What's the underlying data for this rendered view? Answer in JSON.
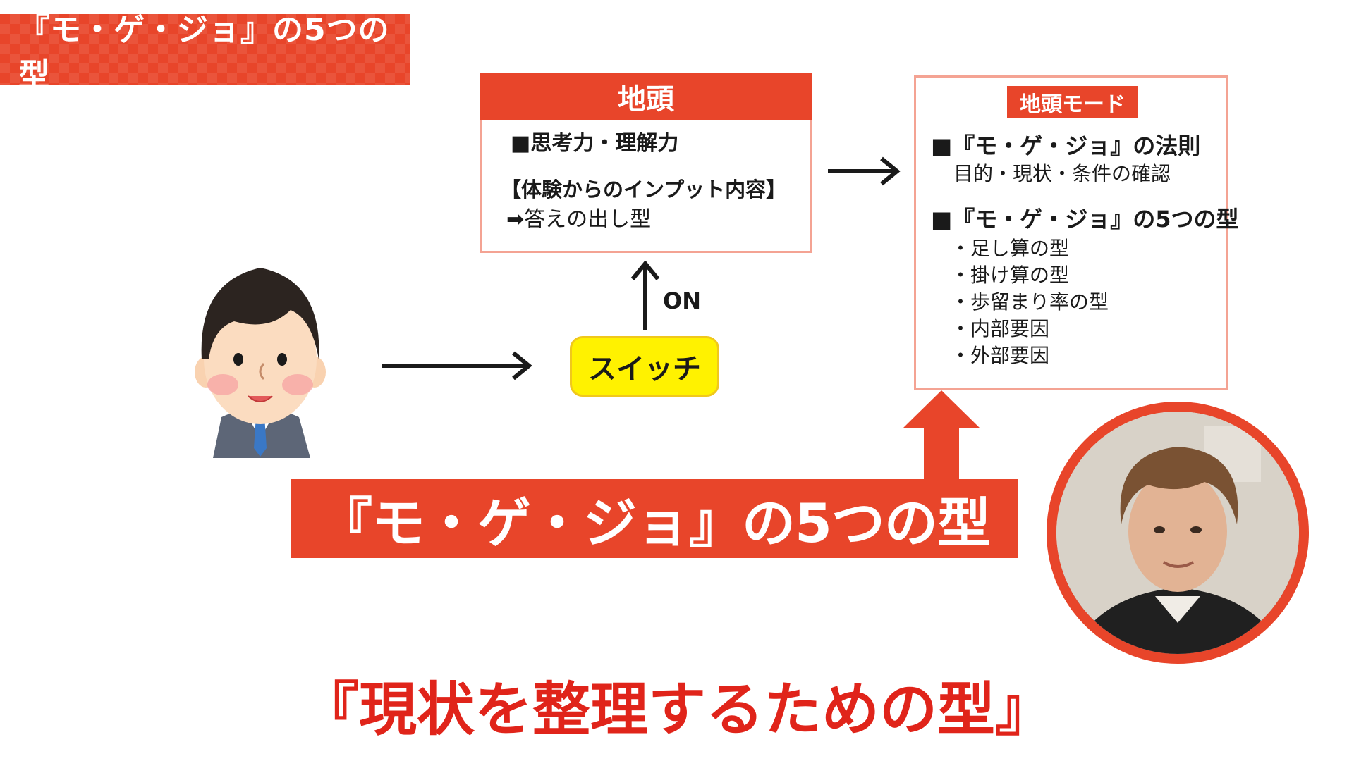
{
  "title_tag": "『モ・ゲ・ジョ』の5つの型",
  "jiatama": {
    "header": "地頭",
    "line1": "■思考力・理解力",
    "line2": "【体験からのインプット内容】",
    "line3": "➡答えの出し型"
  },
  "switch_label": "スイッチ",
  "on_label": "ON",
  "mode": {
    "label": "地頭モード",
    "heading1": "■『モ・ゲ・ジョ』の法則",
    "sub1": "目的・現状・条件の確認",
    "heading2": "■『モ・ゲ・ジョ』の5つの型",
    "items": [
      "・足し算の型",
      "・掛け算の型",
      "・歩留まり率の型",
      "・内部要因",
      "・外部要因"
    ]
  },
  "banner": "『モ・ゲ・ジョ』の5つの型",
  "caption": "『現状を整理するための型』",
  "colors": {
    "accent_red": "#e8452a",
    "caption_red": "#e0241a",
    "switch_yellow": "#fff200",
    "box_border": "#f4a393"
  }
}
